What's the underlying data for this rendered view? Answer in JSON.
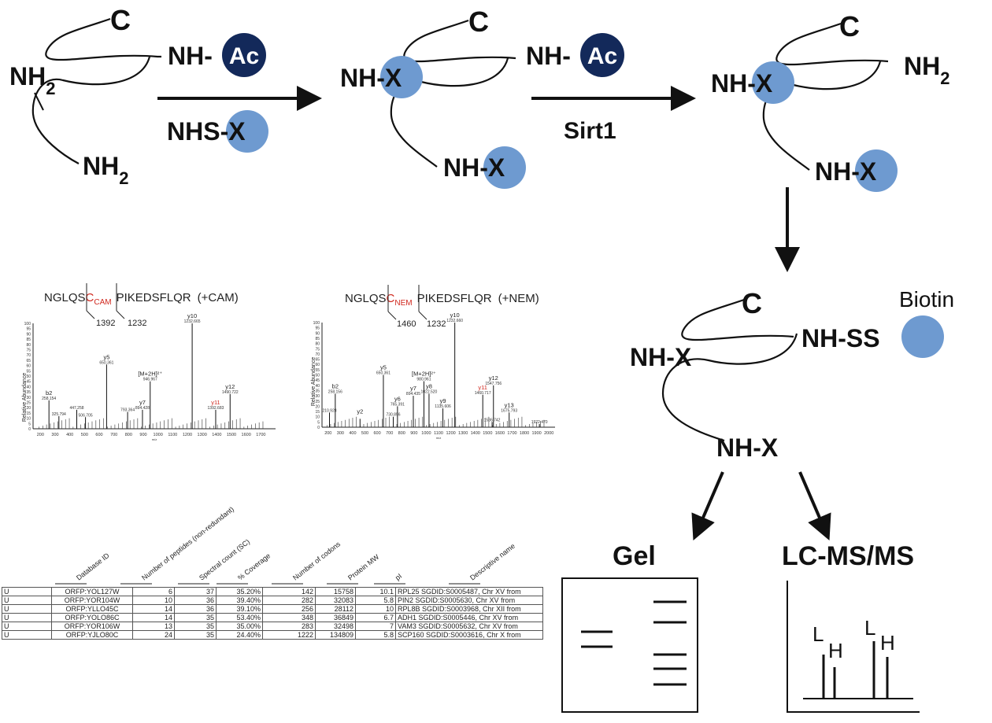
{
  "colors": {
    "dark_circle": "#13295a",
    "light_circle": "#6e9ad0",
    "accent_red": "#d0281e"
  },
  "scheme": {
    "c": "C",
    "nh2": "NH",
    "sub2": "2",
    "nh_dash": "NH-",
    "nh_x": "NH-X",
    "ac": "Ac",
    "nhs": "NHS-",
    "x": "X",
    "nh_ss": "NH-SS",
    "sirt1": "Sirt1",
    "biotin": "Biotin",
    "gel": "Gel",
    "lcms": "LC-MS/MS",
    "L": "L",
    "H": "H"
  },
  "spectra": {
    "left": {
      "seq_pre": "NGLQS",
      "cys": "C",
      "cys_sub": "CAM",
      "seq_post": "PIKEDSFLQR",
      "mod": "(+CAM)",
      "frag1": "1392",
      "frag2": "1232",
      "ylabel": "Relative Abundance",
      "xunit": "m/z",
      "yticks": [
        "100",
        "95",
        "90",
        "85",
        "80",
        "75",
        "70",
        "65",
        "60",
        "55",
        "50",
        "45",
        "40",
        "35",
        "30",
        "25",
        "20",
        "15",
        "10",
        "5",
        "0"
      ],
      "xticks": [
        "200",
        "300",
        "400",
        "500",
        "600",
        "700",
        "800",
        "900",
        "1000",
        "1100",
        "1200",
        "1300",
        "1400",
        "1500",
        "1600",
        "1700"
      ],
      "peaks": [
        {
          "label": "y10",
          "mz": "1232.665"
        },
        {
          "label": "y5",
          "mz": "650.361"
        },
        {
          "label": "[M+2H]²⁺",
          "mz": "946.967"
        },
        {
          "label": "b2",
          "mz": "258.154"
        },
        {
          "label": "y12",
          "mz": "1490.722"
        },
        {
          "label": "y11",
          "mz": "1392.683"
        },
        {
          "label": "y7",
          "mz": "894.428"
        },
        {
          "label": "",
          "mz": "793.364"
        },
        {
          "label": "",
          "mz": "447.258"
        },
        {
          "label": "",
          "mz": "325.794"
        },
        {
          "label": "",
          "mz": "506.705"
        }
      ]
    },
    "right": {
      "seq_pre": "NGLQS",
      "cys": "C",
      "cys_sub": "NEM",
      "seq_post": "PIKEDSFLQR",
      "mod": "(+NEM)",
      "frag1": "1460",
      "frag2": "1232",
      "ylabel": "Relative Abundance",
      "xunit": "m/z",
      "yticks": [
        "100",
        "95",
        "90",
        "85",
        "80",
        "75",
        "70",
        "65",
        "60",
        "55",
        "50",
        "45",
        "40",
        "35",
        "30",
        "25",
        "20",
        "15",
        "10",
        "5",
        "0"
      ],
      "xticks": [
        "200",
        "300",
        "400",
        "500",
        "600",
        "700",
        "800",
        "900",
        "1000",
        "1100",
        "1200",
        "1300",
        "1400",
        "1500",
        "1600",
        "1700",
        "1800",
        "1900",
        "2000"
      ],
      "peaks": [
        {
          "label": "y10",
          "mz": "1232.660"
        },
        {
          "label": "y5",
          "mz": "650.361"
        },
        {
          "label": "[M+2H]²⁺",
          "mz": "980.961"
        },
        {
          "label": "y12",
          "mz": "1547.756"
        },
        {
          "label": "y8",
          "mz": "1022.520"
        },
        {
          "label": "y11",
          "mz": "1460.717"
        },
        {
          "label": "y7",
          "mz": "894.435"
        },
        {
          "label": "b2",
          "mz": "258.156"
        },
        {
          "label": "y9",
          "mz": "1135.606"
        },
        {
          "label": "y6",
          "mz": "765.391"
        },
        {
          "label": "y13",
          "mz": "1675.793"
        },
        {
          "label": "y2",
          "mz": ""
        },
        {
          "label": "",
          "mz": "1922.470"
        },
        {
          "label": "",
          "mz": "1536.742"
        },
        {
          "label": "",
          "mz": "730.856"
        },
        {
          "label": "",
          "mz": "210.928"
        }
      ]
    }
  },
  "table": {
    "headers": [
      "Database ID",
      "Number of peptides (non-redundant)",
      "Spectral count (SC)",
      "% Coverage",
      "Number of codons",
      "Protein MW",
      "pI",
      "Descriptive name"
    ],
    "rows": [
      {
        "flag": "U",
        "id": "ORFP:YOL127W",
        "peptides": "6",
        "sc": "37",
        "coverage": "35.20%",
        "codons": "142",
        "mw": "15758",
        "pi": "10.1",
        "name": "RPL25 SGDID:S0005487, Chr XV from"
      },
      {
        "flag": "U",
        "id": "ORFP:YOR104W",
        "peptides": "10",
        "sc": "36",
        "coverage": "39.40%",
        "codons": "282",
        "mw": "32083",
        "pi": "5.8",
        "name": "PIN2 SGDID:S0005630, Chr XV from"
      },
      {
        "flag": "U",
        "id": "ORFP:YLLO45C",
        "peptides": "14",
        "sc": "36",
        "coverage": "39.10%",
        "codons": "256",
        "mw": "28112",
        "pi": "10",
        "name": "RPL8B SGDID:S0003968, Chr XII from"
      },
      {
        "flag": "U",
        "id": "ORFP:YOLO86C",
        "peptides": "14",
        "sc": "35",
        "coverage": "53.40%",
        "codons": "348",
        "mw": "36849",
        "pi": "6.7",
        "name": "ADH1 SGDID:S0005446, Chr XV from"
      },
      {
        "flag": "U",
        "id": "ORFP:YOR106W",
        "peptides": "13",
        "sc": "35",
        "coverage": "35.00%",
        "codons": "283",
        "mw": "32498",
        "pi": "7",
        "name": "VAM3 SGDID:S0005632, Chr XV from"
      },
      {
        "flag": "U",
        "id": "ORFP:YJLO80C",
        "peptides": "24",
        "sc": "35",
        "coverage": "24.40%",
        "codons": "1222",
        "mw": "134809",
        "pi": "5.8",
        "name": "SCP160 SGDID:S0003616, Chr X from"
      }
    ]
  }
}
